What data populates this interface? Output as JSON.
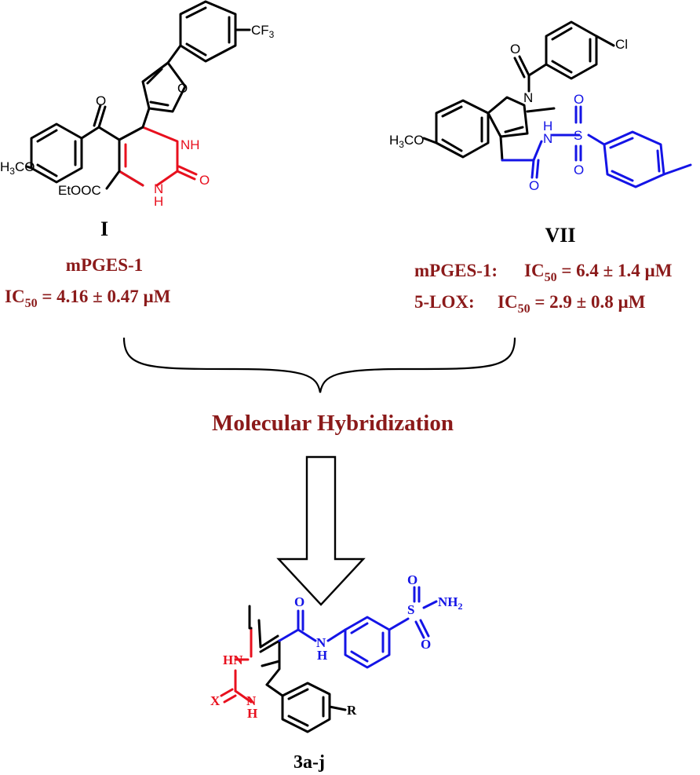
{
  "compound_I": {
    "label": "I",
    "substituents": {
      "cf3": "CF",
      "cf3_sub": "3",
      "oxygen_carbonyl": "O",
      "furan_o": "O",
      "nh_top": "NH",
      "nh_bottom": "H",
      "n_bottom": "N",
      "urea_o": "O",
      "h3co_h": "H",
      "h3co_sub": "3",
      "h3co_rest": "CO",
      "etooc": "EtOOC"
    },
    "target": "mPGES-1",
    "ic50_prefix": "IC",
    "ic50_sub": "50",
    "ic50_value": " = 4.16 ± 0.47 µM"
  },
  "compound_VII": {
    "label": "VII",
    "substituents": {
      "cl": "Cl",
      "carbonyl_o": "O",
      "indole_n": "N",
      "h3co_h": "H",
      "h3co_sub": "3",
      "h3co_rest": "CO",
      "nh_h": "H",
      "nh_n": "N",
      "s": "S",
      "so_o1": "O",
      "so_o2": "O",
      "amide_o": "O"
    },
    "activity_1_target": "mPGES-1:",
    "activity_1_prefix": "IC",
    "activity_1_sub": "50",
    "activity_1_value": " = 6.4 ± 1.4 µM",
    "activity_2_target": "5-LOX:",
    "activity_2_prefix": "IC",
    "activity_2_sub": "50",
    "activity_2_value": " = 2.9 ± 0.8 µM"
  },
  "strategy_label": "Molecular Hybridization",
  "compound_3aj": {
    "label": "3a-j",
    "substituents": {
      "so_o1": "O",
      "so_o2": "O",
      "s": "S",
      "nh2": "NH",
      "nh2_sub": "2",
      "amide_o": "O",
      "amide_n": "N",
      "amide_h": "H",
      "hn_top": "HN",
      "x": "X",
      "n_bottom": "N",
      "h_bottom": "H",
      "r": "R"
    }
  },
  "colors": {
    "label_dark_red": "#8b1a1a",
    "pyrimidine_red": "#e8101e",
    "sulfonamide_blue": "#1414e6",
    "bond_black": "#000000"
  }
}
